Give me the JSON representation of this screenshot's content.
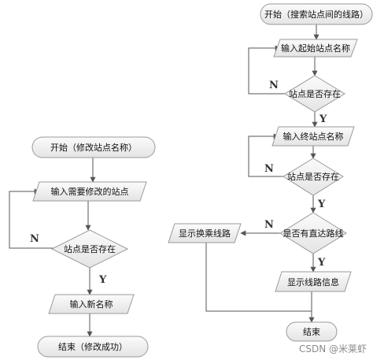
{
  "left": {
    "start": "开始（修改站点名称）",
    "input_site": "输入需要修改的站点",
    "site_exists": "站点是否存在",
    "input_name": "输入新名称",
    "end": "结束（修改成功）",
    "label_no": "N",
    "label_yes": "Y"
  },
  "right": {
    "start": "开始（搜索站点间的线路）",
    "input_start": "输入起始站点名称",
    "start_exists": "站点是否存在",
    "input_end": "输入终站点名称",
    "end_exists": "站点是否存在",
    "direct_route": "是否有直达路线",
    "show_transfer": "显示换乘线路",
    "show_route": "显示线路信息",
    "end": "结束",
    "label_no_1": "N",
    "label_yes_1": "Y",
    "label_no_2": "N",
    "label_yes_2": "Y",
    "label_no_3": "N",
    "label_yes_3": "Y"
  },
  "watermark": "CSDN @米莱虾",
  "colors": {
    "shape_fill": "#f2f2f2",
    "shape_stroke": "#9a9a9a",
    "line": "#555555"
  }
}
